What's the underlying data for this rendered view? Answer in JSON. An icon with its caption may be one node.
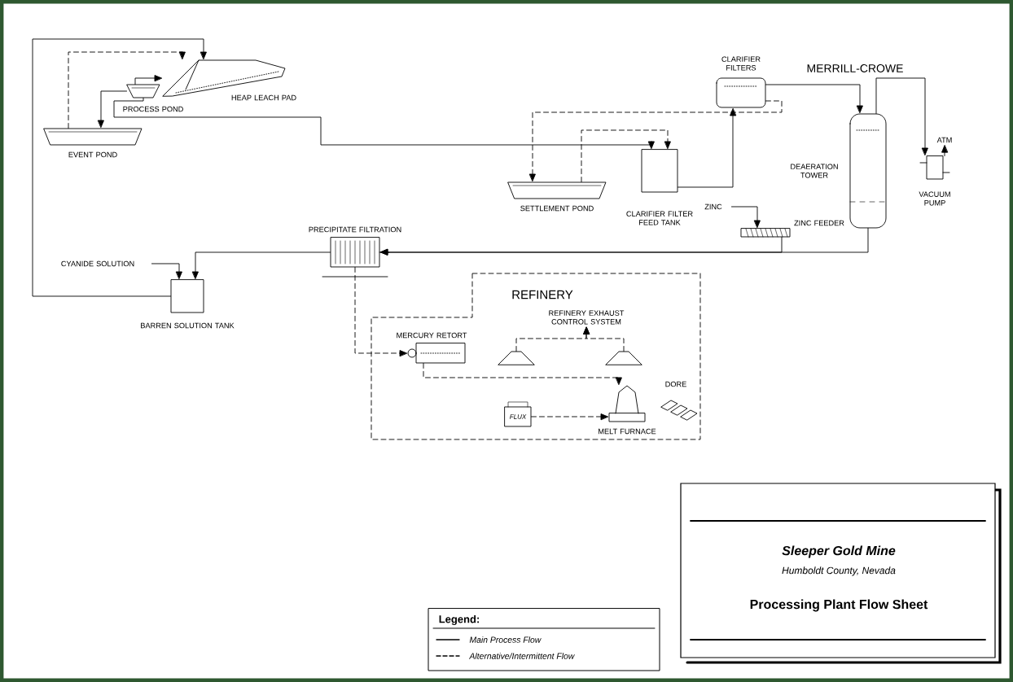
{
  "diagram": {
    "title": "Processing Plant Flow Sheet",
    "nodes": [
      {
        "text": [
          "HEAP LEACH PAD"
        ]
      },
      {
        "text": [
          "PROCESS POND"
        ]
      },
      {
        "text": [
          "EVENT POND"
        ]
      },
      {
        "text": [
          "SETTLEMENT POND"
        ]
      },
      {
        "text": [
          "CLARIFIER FILTER FEED TANK"
        ]
      },
      {
        "text": [
          "CLARIFIER FILTERS"
        ]
      },
      {
        "text": [
          "DEAERATION TOWER"
        ]
      },
      {
        "text": [
          "VACUUM PUMP"
        ]
      },
      {
        "text": [
          "ATM"
        ]
      },
      {
        "text": [
          "ZINC"
        ]
      },
      {
        "text": [
          "ZINC FEEDER"
        ]
      },
      {
        "text": [
          "PRECIPITATE FILTRATION"
        ]
      },
      {
        "text": [
          "CYANIDE SOLUTION"
        ]
      },
      {
        "text": [
          "BARREN SOLUTION TANK"
        ]
      },
      {
        "text": [
          "REFINERY"
        ]
      },
      {
        "text": [
          "MERCURY RETORT"
        ],
        "in": 14
      },
      {
        "text": [
          "REFINERY EXHAUST CONTROL SYSTEM"
        ],
        "in": 14
      },
      {
        "text": [],
        "shape": "triangle",
        "in": 14
      },
      {
        "text": [],
        "shape": "triangle",
        "in": 14
      },
      {
        "text": [
          "FLUX"
        ],
        "in": 14
      },
      {
        "text": [
          "MELT FURNACE"
        ],
        "in": 14
      },
      {
        "text": [
          "DORE"
        ],
        "in": 14
      }
    ],
    "edges": [
      {
        "from": 13,
        "to": 0,
        "arrow": "to"
      },
      {
        "from": 1,
        "to": 4,
        "arrow": "to"
      },
      {
        "from": 1,
        "to": 0,
        "arrow": "to"
      },
      {
        "from": 2,
        "to": 0,
        "arrow": "to",
        "style": "dashed"
      },
      {
        "from": 1,
        "to": 2,
        "arrow": "to"
      },
      {
        "from": 3,
        "to": 4,
        "arrow": "to",
        "style": "dashed"
      },
      {
        "from": 5,
        "to": 3,
        "arrow": "to",
        "style": "dashed"
      },
      {
        "from": 4,
        "to": 5,
        "arrow": "to"
      },
      {
        "from": 5,
        "to": 6,
        "arrow": "to"
      },
      {
        "from": 6,
        "to": 7,
        "arrow": "to"
      },
      {
        "from": 7,
        "to": 8,
        "arrow": "to"
      },
      {
        "from": 9,
        "to": 10,
        "arrow": "to"
      },
      {
        "from": 6,
        "to": 11,
        "arrow": "to"
      },
      {
        "from": 10,
        "to": 11,
        "arrow": "to"
      },
      {
        "from": 11,
        "to": 13,
        "arrow": "to"
      },
      {
        "from": 12,
        "to": 13,
        "arrow": "to"
      },
      {
        "from": 11,
        "to": 15,
        "arrow": "to",
        "style": "dashed"
      },
      {
        "from": 15,
        "to": 20,
        "arrow": "to",
        "style": "dashed"
      },
      {
        "from": 19,
        "to": 20,
        "arrow": "to",
        "style": "dashed"
      },
      {
        "from": 17,
        "to": 16,
        "arrow": "to",
        "style": "dashed"
      },
      {
        "from": 18,
        "to": 16,
        "arrow": "to",
        "style": "dashed"
      }
    ],
    "labels": [
      "MERRILL-CROWE",
      "Sleeper Gold Mine",
      "Humboldt County, Nevada",
      "Legend:"
    ],
    "legend": [
      {
        "text": "Main Process Flow"
      },
      {
        "text": "Alternative/Intermittent Flow"
      }
    ]
  }
}
